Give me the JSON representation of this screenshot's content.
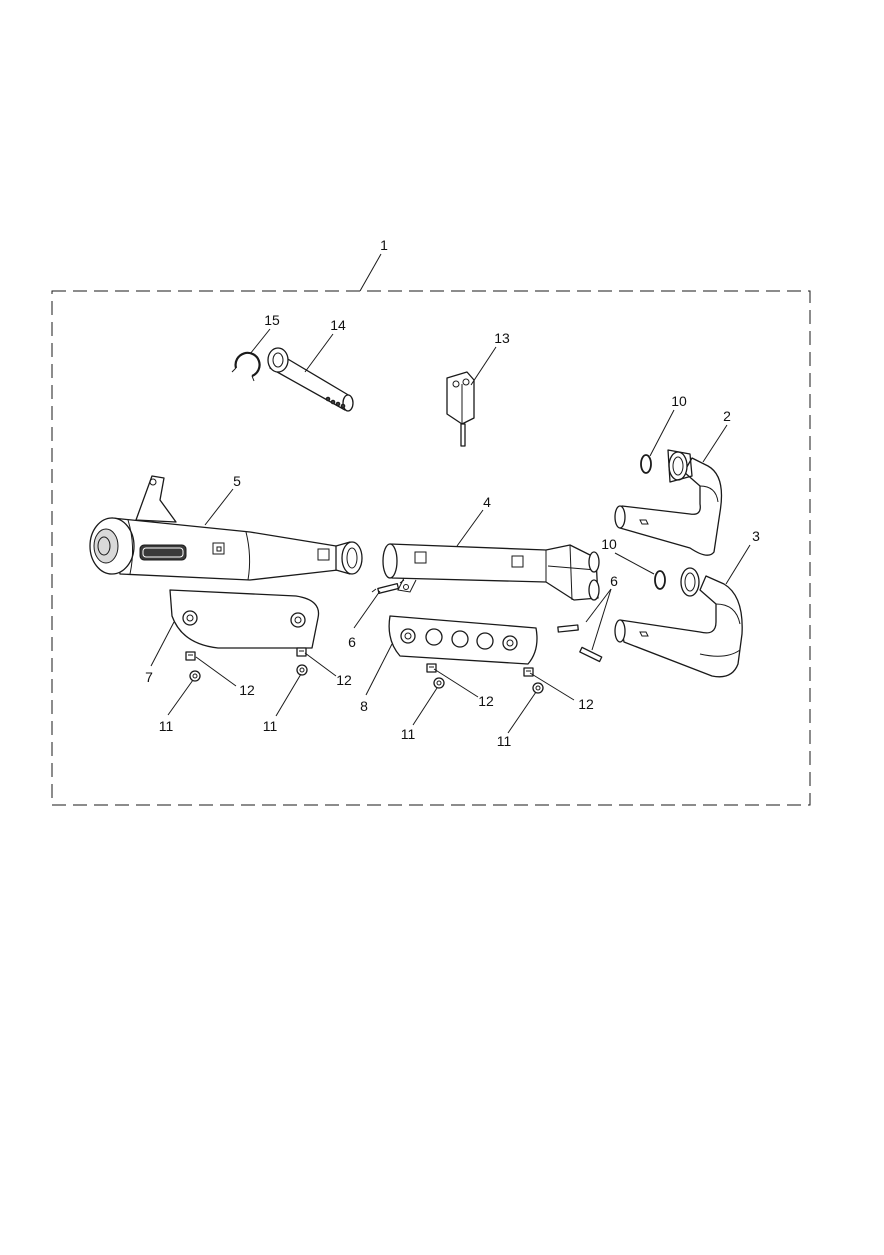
{
  "diagram": {
    "labels": {
      "kit": "1",
      "header_upper": "2",
      "header_lower": "3",
      "front_silencer": "4",
      "rear_silencer": "5",
      "spring_left": "6",
      "spring_right": "6",
      "heat_shield_rear": "7",
      "heat_shield_front": "8",
      "gasket_upper": "10",
      "gasket_lower": "10",
      "nut_1": "11",
      "nut_2": "11",
      "nut_3": "11",
      "nut_4": "11",
      "clip_1": "12",
      "clip_2": "12",
      "clip_3": "12",
      "clip_4": "12",
      "bracket": "13",
      "db_killer": "14",
      "circlip": "15"
    }
  }
}
